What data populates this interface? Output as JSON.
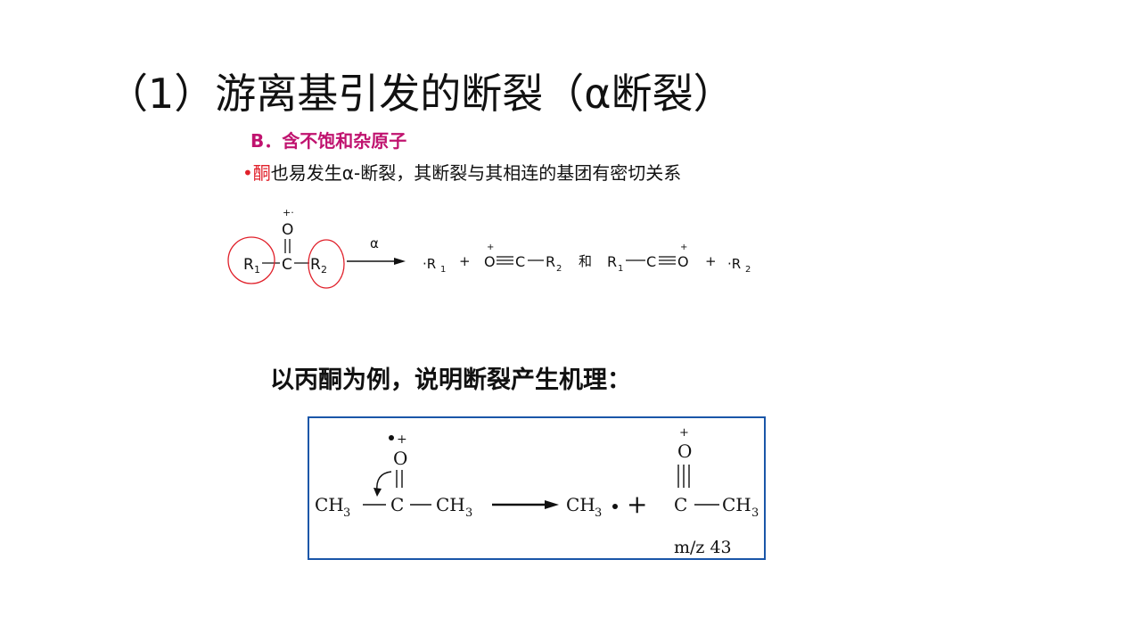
{
  "slide": {
    "title": "（1）游离基引发的断裂（α断裂）",
    "subtitle": "B．含不饱和杂原子",
    "bullet": {
      "marker": "•",
      "highlight": "酮",
      "text": "也易发生α-断裂，其断裂与其相连的基团有密切关系"
    },
    "example_heading": "以丙酮为例，说明断裂产生机理："
  },
  "scheme1": {
    "charge": "+·",
    "oxygen": "O",
    "carbon": "C",
    "r1": "R",
    "r1_sub": "1",
    "r2": "R",
    "r2_sub": "2",
    "arrow_label": "α",
    "p1_dot": "·R",
    "p1_sub": "1",
    "plus1": "+",
    "p2_charge": "+",
    "p2_o": "O",
    "p2_c": "C",
    "p2_r": "R",
    "p2_sub": "2",
    "and": "和",
    "p3_r": "R",
    "p3_sub": "1",
    "p3_c": "C",
    "p3_charge": "+",
    "p3_o": "O",
    "plus2": "+",
    "p4_dot": "·R",
    "p4_sub": "2"
  },
  "scheme2": {
    "charge": "•+",
    "oxygen": "O",
    "ch3_left": "CH",
    "sub3": "3",
    "carbon": "C",
    "ch3_right": "CH",
    "product_methyl": "CH",
    "plus": "+",
    "acyl_charge": "+",
    "acyl_o": "O",
    "acyl_c": "C",
    "acyl_ch3": "CH",
    "mz_label": "m/z 43"
  },
  "colors": {
    "subtitle": "#c0136f",
    "highlight": "#e0202a",
    "circle": "#e0202a",
    "box_border": "#1a56a8"
  }
}
